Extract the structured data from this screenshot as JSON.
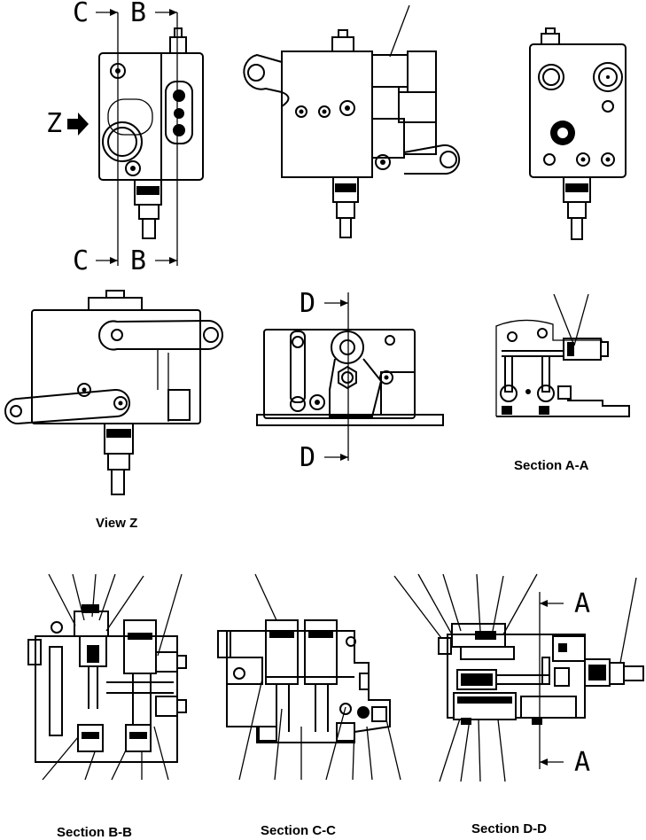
{
  "section_markers": {
    "c_top": "C",
    "b_top": "B",
    "c_bottom": "C",
    "b_bottom": "B",
    "z_arrow": "Z",
    "d_top": "D",
    "d_bottom": "D",
    "a_top": "A",
    "a_bottom": "A"
  },
  "captions": {
    "view_z": "View Z",
    "section_aa": "Section A-A",
    "section_bb": "Section B-B",
    "section_cc": "Section C-C",
    "section_dd": "Section D-D"
  }
}
